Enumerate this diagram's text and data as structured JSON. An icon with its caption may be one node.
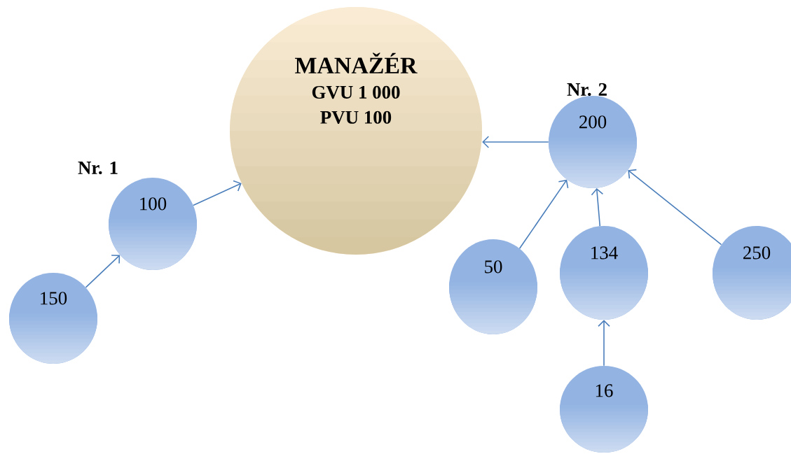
{
  "diagram": {
    "nodes": [
      {
        "text": [
          "MANAŽÉR",
          "GVU 1 000",
          "PVU 100"
        ]
      },
      {
        "text": [
          "100"
        ],
        "beside": [
          "Nr. 1"
        ]
      },
      {
        "text": [
          "150"
        ]
      },
      {
        "text": [
          "200"
        ],
        "beside": [
          "Nr. 2"
        ]
      },
      {
        "text": [
          "50"
        ]
      },
      {
        "text": [
          "134"
        ]
      },
      {
        "text": [
          "250"
        ]
      },
      {
        "text": [
          "16"
        ]
      }
    ],
    "edges": [
      {
        "from": 2,
        "to": 1,
        "arrow": "to"
      },
      {
        "from": 1,
        "to": 0,
        "arrow": "to"
      },
      {
        "from": 3,
        "to": 0,
        "arrow": "to"
      },
      {
        "from": 4,
        "to": 3,
        "arrow": "to"
      },
      {
        "from": 5,
        "to": 3,
        "arrow": "to"
      },
      {
        "from": 6,
        "to": 3,
        "arrow": "to"
      },
      {
        "from": 7,
        "to": 5,
        "arrow": "to"
      }
    ]
  }
}
